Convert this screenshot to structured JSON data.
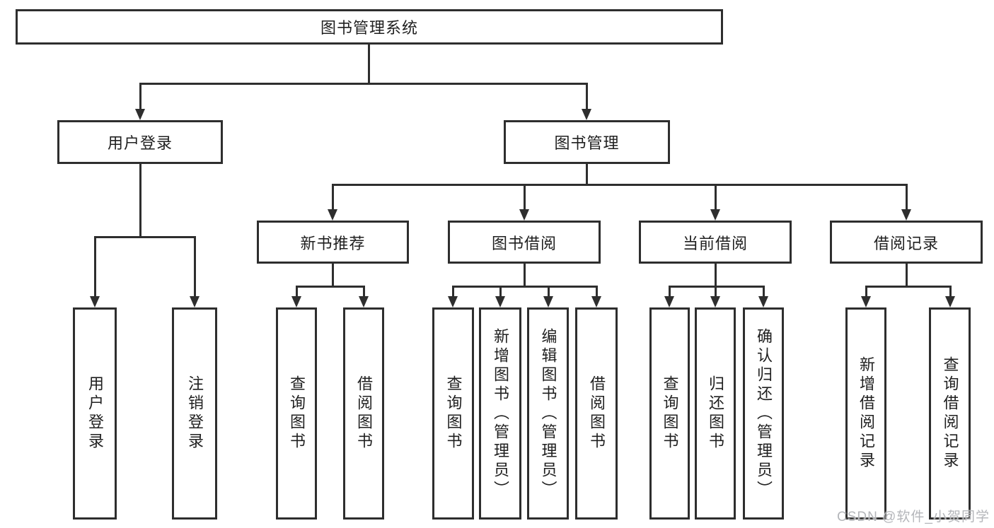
{
  "diagram": {
    "root": {
      "label": "图书管理系统"
    },
    "branches": [
      {
        "label": "用户登录",
        "children": [
          {
            "label": "用户登录"
          },
          {
            "label": "注销登录"
          }
        ]
      },
      {
        "label": "图书管理",
        "children": [
          {
            "label": "新书推荐",
            "children": [
              {
                "label": "查询图书"
              },
              {
                "label": "借阅图书"
              }
            ]
          },
          {
            "label": "图书借阅",
            "children": [
              {
                "label": "查询图书"
              },
              {
                "label": "新增图书（管理员）"
              },
              {
                "label": "编辑图书（管理员）"
              },
              {
                "label": "借阅图书"
              }
            ]
          },
          {
            "label": "当前借阅",
            "children": [
              {
                "label": "查询图书"
              },
              {
                "label": "归还图书"
              },
              {
                "label": "确认归还（管理员）"
              }
            ]
          },
          {
            "label": "借阅记录",
            "children": [
              {
                "label": "新增借阅记录"
              },
              {
                "label": "查询借阅记录"
              }
            ]
          }
        ]
      }
    ]
  },
  "watermark": {
    "text": "CSDN @软件_小贺同学"
  },
  "colors": {
    "line": "#2e2e2e",
    "text": "#1f1f1f",
    "background": "#ffffff",
    "watermark": "#b4b6ba"
  }
}
